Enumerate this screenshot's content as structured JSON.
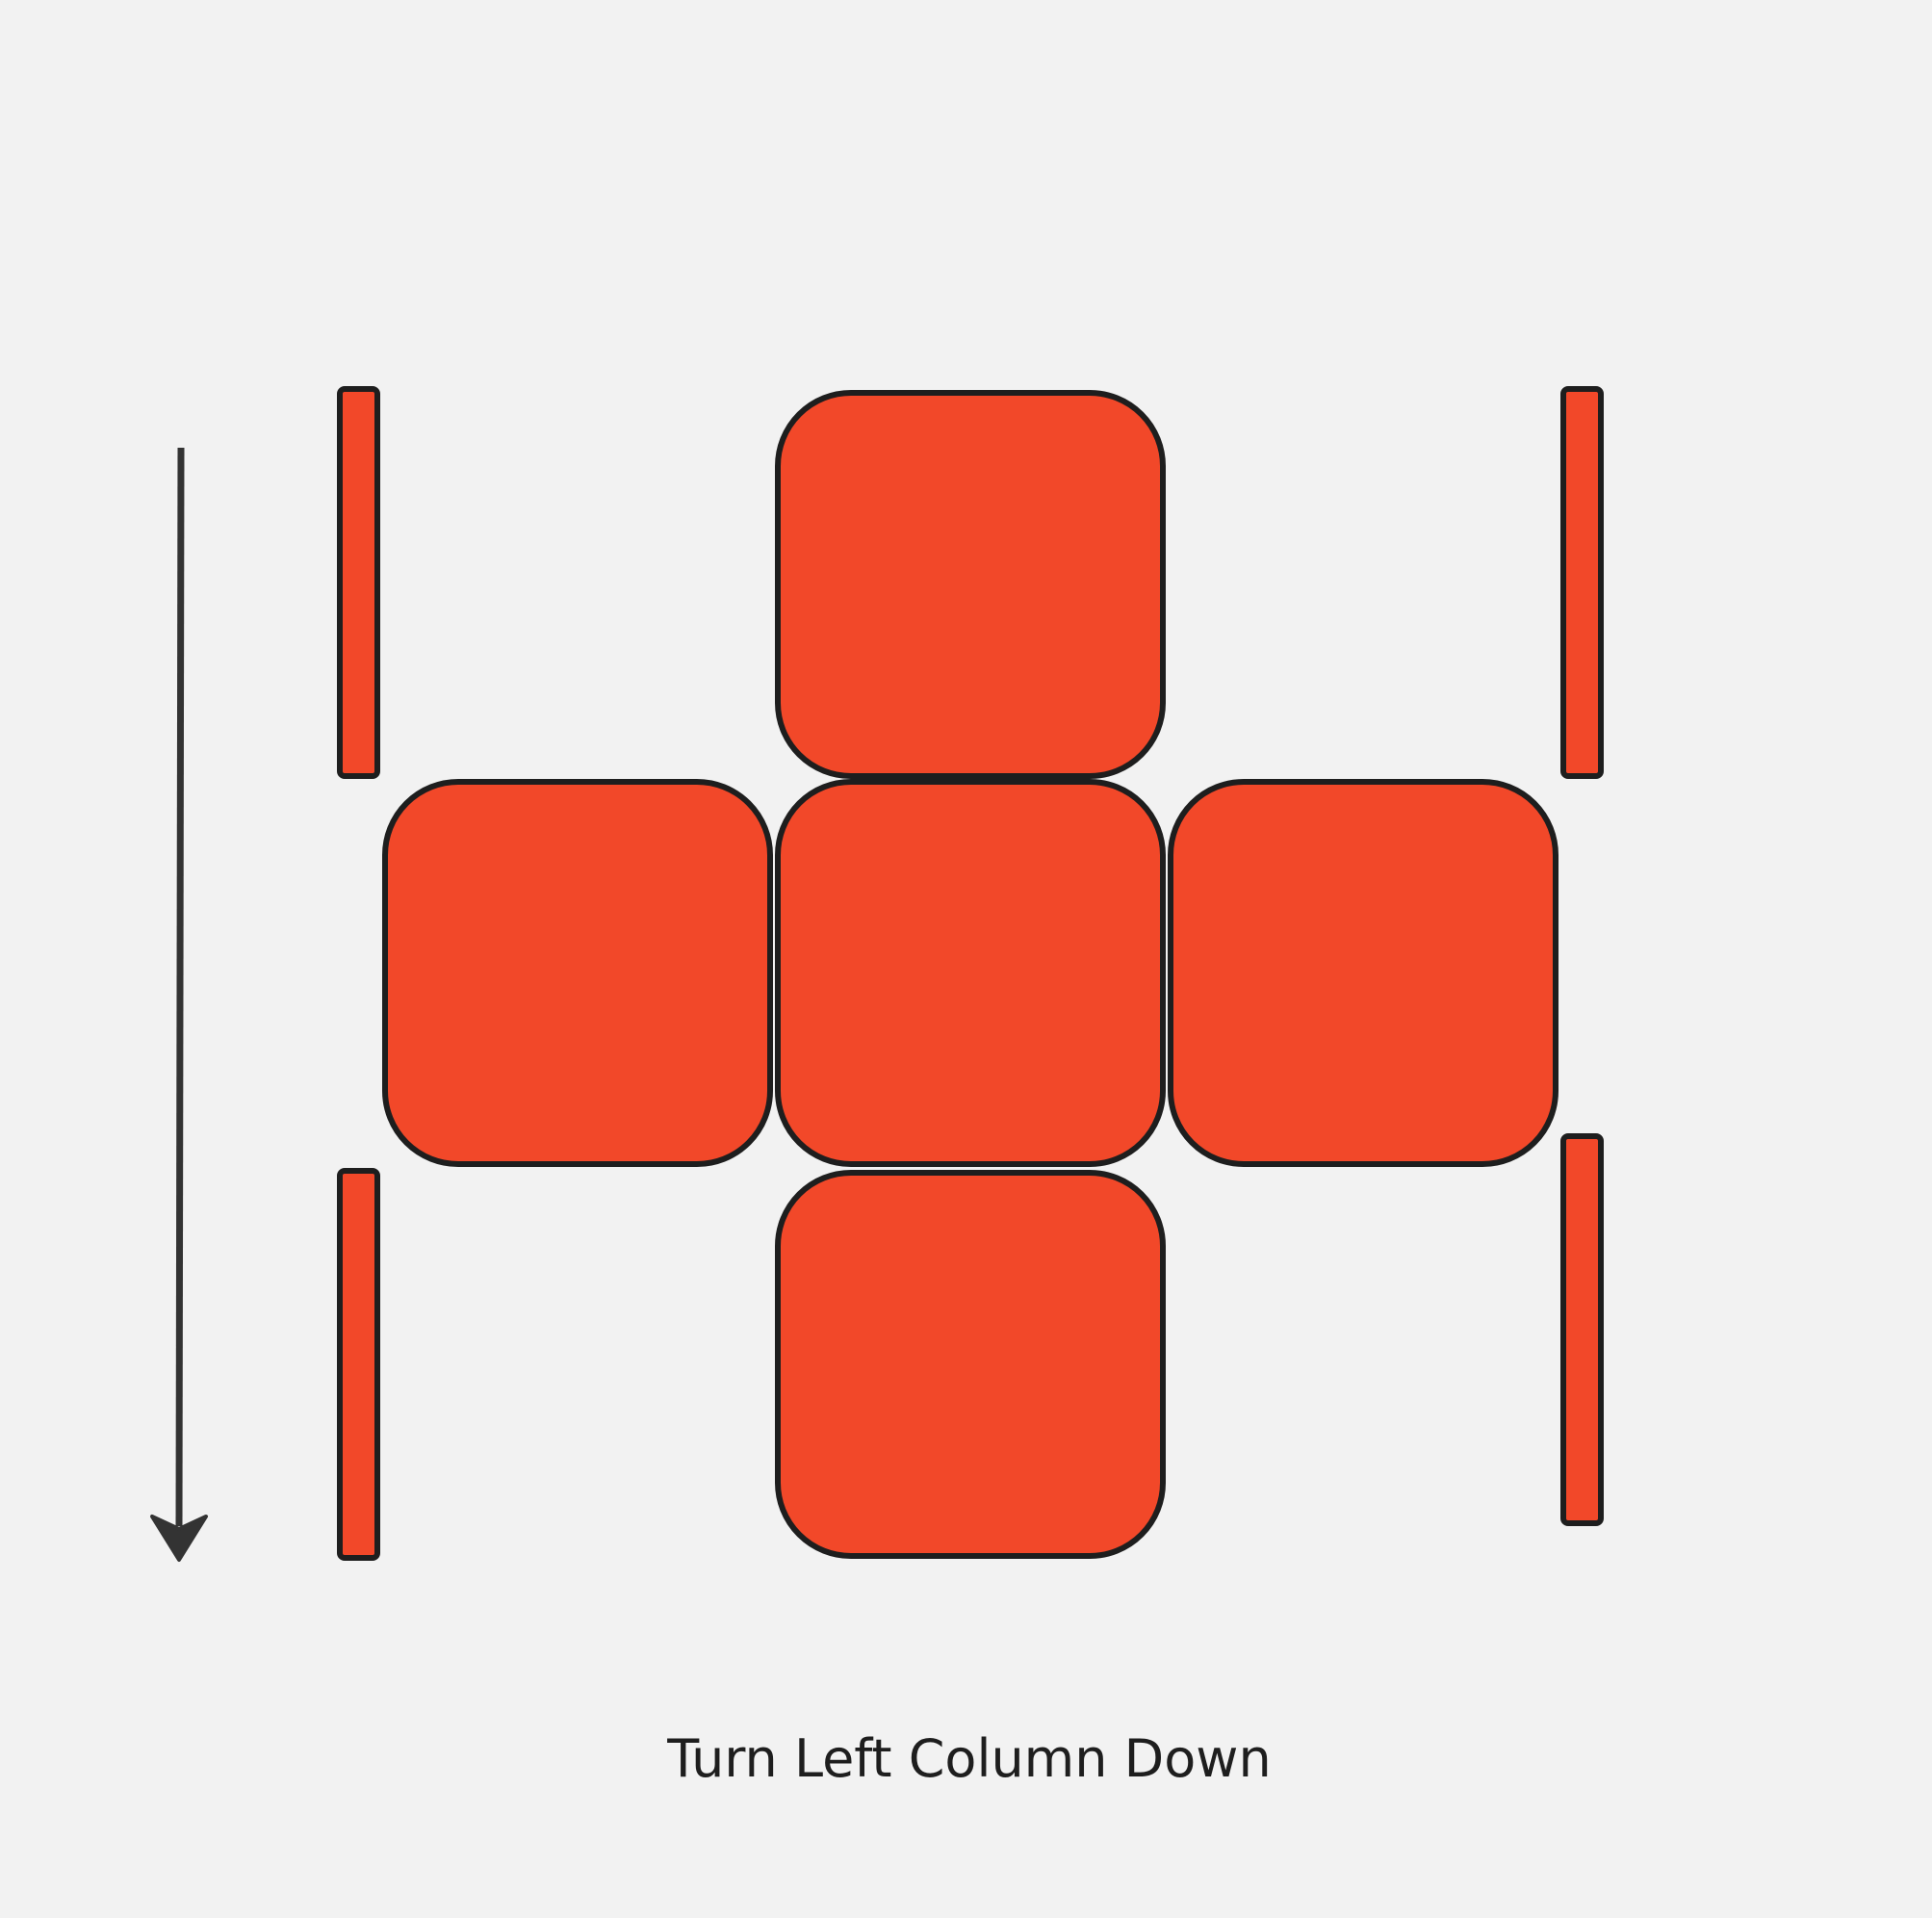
{
  "caption": "Turn Left Column Down",
  "move": {
    "column": "left",
    "direction": "down",
    "arrow_icon": "arrow-down-icon"
  },
  "colors": {
    "face_fill": "#f24829",
    "outline": "#1e1e1e",
    "arrow": "#333333",
    "background": "#f2f2f2"
  },
  "cube_net": {
    "faces": [
      {
        "id": "top",
        "color": "#f24829"
      },
      {
        "id": "left",
        "color": "#f24829"
      },
      {
        "id": "front",
        "color": "#f24829"
      },
      {
        "id": "right",
        "color": "#f24829"
      },
      {
        "id": "bottom",
        "color": "#f24829"
      }
    ],
    "side_strips": [
      {
        "id": "upper-left",
        "color": "#f24829"
      },
      {
        "id": "lower-left",
        "color": "#f24829"
      },
      {
        "id": "upper-right",
        "color": "#f24829"
      },
      {
        "id": "lower-right",
        "color": "#f24829"
      }
    ]
  }
}
